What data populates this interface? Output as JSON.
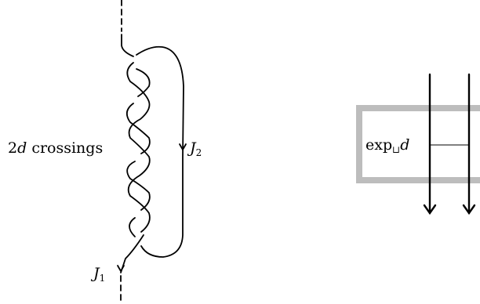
{
  "left_diagram": {
    "crossings_label_number": "2",
    "crossings_label_var": "d",
    "crossings_label_word": "crossings",
    "strand_2_letter": "J",
    "strand_2_index": "2",
    "strand_1_letter": "J",
    "strand_1_index": "1"
  },
  "right_diagram": {
    "box_label_func": "exp",
    "box_label_sub": "⊔",
    "box_label_var": "d"
  },
  "colors": {
    "stroke": "#000000",
    "box_frame": "#bdbdbd"
  }
}
